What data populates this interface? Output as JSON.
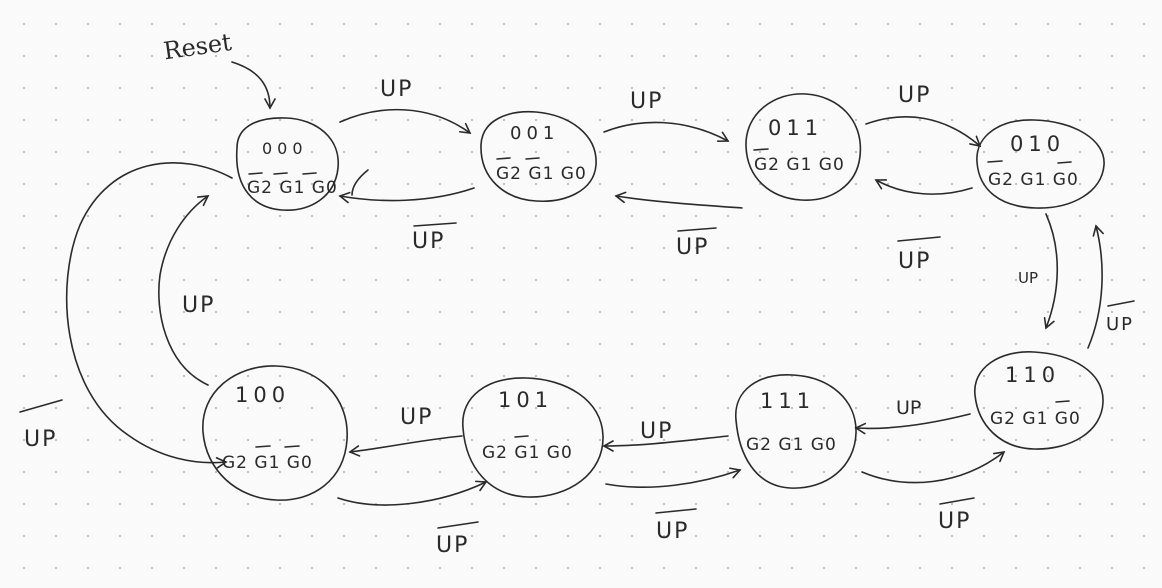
{
  "reset_label": "Reset",
  "states": [
    {
      "id": "s000",
      "code": "000",
      "outputs": "G2 G1 G0",
      "overbars": [
        true,
        true,
        true
      ]
    },
    {
      "id": "s001",
      "code": "001",
      "outputs": "G2 G1 G0",
      "overbars": [
        true,
        true,
        false
      ]
    },
    {
      "id": "s011",
      "code": "011",
      "outputs": "G2 G1 G0",
      "overbars": [
        true,
        false,
        false
      ]
    },
    {
      "id": "s010",
      "code": "010",
      "outputs": "G2 G1 G0",
      "overbars": [
        true,
        false,
        true
      ]
    },
    {
      "id": "s110",
      "code": "110",
      "outputs": "G2 G1 G0",
      "overbars": [
        false,
        false,
        true
      ]
    },
    {
      "id": "s111",
      "code": "111",
      "outputs": "G2 G1 G0",
      "overbars": [
        false,
        false,
        false
      ]
    },
    {
      "id": "s101",
      "code": "101",
      "outputs": "G2 G1 G0",
      "overbars": [
        false,
        true,
        false
      ]
    },
    {
      "id": "s100",
      "code": "100",
      "outputs": "G2 G1 G0",
      "overbars": [
        false,
        true,
        true
      ]
    }
  ],
  "transitions": [
    {
      "from": "000",
      "to": "001",
      "label": "UP",
      "negated": false
    },
    {
      "from": "001",
      "to": "000",
      "label": "UP",
      "negated": true
    },
    {
      "from": "001",
      "to": "011",
      "label": "UP",
      "negated": false
    },
    {
      "from": "011",
      "to": "001",
      "label": "UP",
      "negated": true
    },
    {
      "from": "011",
      "to": "010",
      "label": "UP",
      "negated": false
    },
    {
      "from": "010",
      "to": "011",
      "label": "UP",
      "negated": true
    },
    {
      "from": "010",
      "to": "110",
      "label": "UP",
      "negated": false
    },
    {
      "from": "110",
      "to": "010",
      "label": "UP",
      "negated": true
    },
    {
      "from": "110",
      "to": "111",
      "label": "UP",
      "negated": false
    },
    {
      "from": "111",
      "to": "110",
      "label": "UP",
      "negated": true
    },
    {
      "from": "111",
      "to": "101",
      "label": "UP",
      "negated": false
    },
    {
      "from": "101",
      "to": "111",
      "label": "UP",
      "negated": true
    },
    {
      "from": "101",
      "to": "100",
      "label": "UP",
      "negated": false
    },
    {
      "from": "100",
      "to": "101",
      "label": "UP",
      "negated": true
    },
    {
      "from": "100",
      "to": "000",
      "label": "UP",
      "negated": false
    },
    {
      "from": "000",
      "to": "100",
      "label": "UP",
      "negated": true
    }
  ]
}
